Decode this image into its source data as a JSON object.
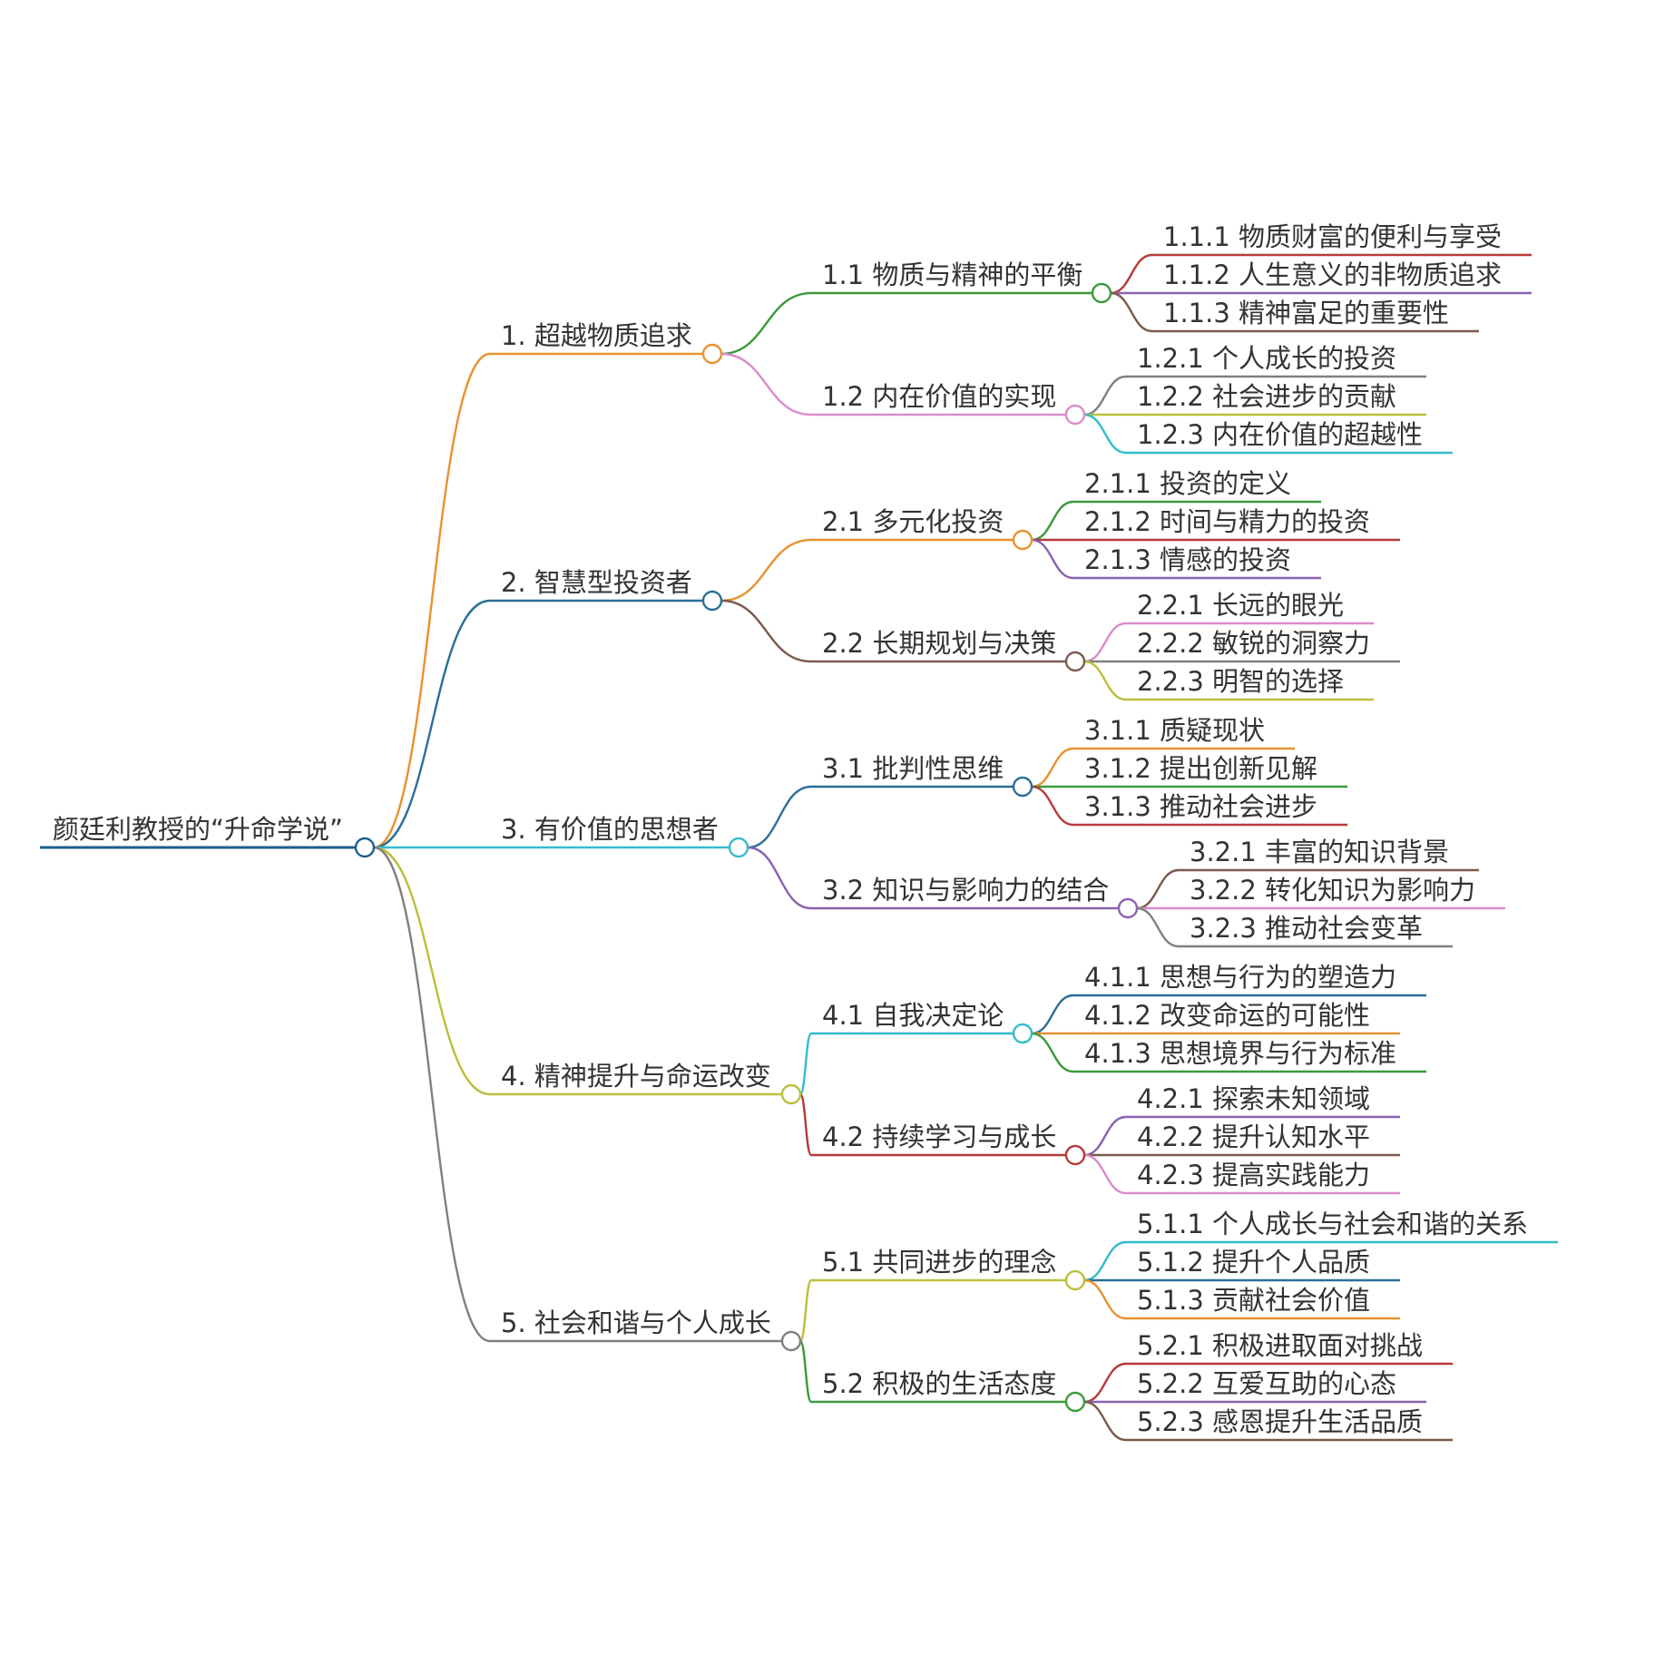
{
  "root": {
    "label": "颜廷利教授的“升命学说”",
    "color": "#1f5f8b",
    "children": [
      {
        "label": "1. 超越物质追求",
        "color": "#e8922e",
        "children": [
          {
            "label": "1.1 物质与精神的平衡",
            "color": "#3a9a3a",
            "children": [
              {
                "label": "1.1.1 物质财富的便利与享受",
                "color": "#b73a3a"
              },
              {
                "label": "1.1.2 人生意义的非物质追求",
                "color": "#8a62b0"
              },
              {
                "label": "1.1.3 精神富足的重要性",
                "color": "#7a5a4c"
              }
            ]
          },
          {
            "label": "1.2 内在价值的实现",
            "color": "#d98ccc",
            "children": [
              {
                "label": "1.2.1 个人成长的投资",
                "color": "#808080"
              },
              {
                "label": "1.2.2 社会进步的贡献",
                "color": "#bcbf3a"
              },
              {
                "label": "1.2.3 内在价值的超越性",
                "color": "#33bccc"
              }
            ]
          }
        ]
      },
      {
        "label": "2. 智慧型投资者",
        "color": "#2a6f97",
        "children": [
          {
            "label": "2.1 多元化投资",
            "color": "#e8922e",
            "children": [
              {
                "label": "2.1.1 投资的定义",
                "color": "#3a9a3a"
              },
              {
                "label": "2.1.2 时间与精力的投资",
                "color": "#b73a3a"
              },
              {
                "label": "2.1.3 情感的投资",
                "color": "#8a62b0"
              }
            ]
          },
          {
            "label": "2.2 长期规划与决策",
            "color": "#7a5a4c",
            "children": [
              {
                "label": "2.2.1 长远的眼光",
                "color": "#d98ccc"
              },
              {
                "label": "2.2.2 敏锐的洞察力",
                "color": "#808080"
              },
              {
                "label": "2.2.3 明智的选择",
                "color": "#bcbf3a"
              }
            ]
          }
        ]
      },
      {
        "label": "3. 有价值的思想者",
        "color": "#33bccc",
        "children": [
          {
            "label": "3.1 批判性思维",
            "color": "#2a6f97",
            "children": [
              {
                "label": "3.1.1 质疑现状",
                "color": "#e8922e"
              },
              {
                "label": "3.1.2 提出创新见解",
                "color": "#3a9a3a"
              },
              {
                "label": "3.1.3 推动社会进步",
                "color": "#b73a3a"
              }
            ]
          },
          {
            "label": "3.2 知识与影响力的结合",
            "color": "#8a62b0",
            "children": [
              {
                "label": "3.2.1 丰富的知识背景",
                "color": "#7a5a4c"
              },
              {
                "label": "3.2.2 转化知识为影响力",
                "color": "#d98ccc"
              },
              {
                "label": "3.2.3 推动社会变革",
                "color": "#808080"
              }
            ]
          }
        ]
      },
      {
        "label": "4. 精神提升与命运改变",
        "color": "#bcbf3a",
        "children": [
          {
            "label": "4.1 自我决定论",
            "color": "#33bccc",
            "children": [
              {
                "label": "4.1.1 思想与行为的塑造力",
                "color": "#2a6f97"
              },
              {
                "label": "4.1.2 改变命运的可能性",
                "color": "#e8922e"
              },
              {
                "label": "4.1.3 思想境界与行为标准",
                "color": "#3a9a3a"
              }
            ]
          },
          {
            "label": "4.2 持续学习与成长",
            "color": "#b73a3a",
            "children": [
              {
                "label": "4.2.1 探索未知领域",
                "color": "#8a62b0"
              },
              {
                "label": "4.2.2 提升认知水平",
                "color": "#7a5a4c"
              },
              {
                "label": "4.2.3 提高实践能力",
                "color": "#d98ccc"
              }
            ]
          }
        ]
      },
      {
        "label": "5. 社会和谐与个人成长",
        "color": "#808080",
        "children": [
          {
            "label": "5.1 共同进步的理念",
            "color": "#bcbf3a",
            "children": [
              {
                "label": "5.1.1 个人成长与社会和谐的关系",
                "color": "#33bccc"
              },
              {
                "label": "5.1.2 提升个人品质",
                "color": "#2a6f97"
              },
              {
                "label": "5.1.3 贡献社会价值",
                "color": "#e8922e"
              }
            ]
          },
          {
            "label": "5.2 积极的生活态度",
            "color": "#3a9a3a",
            "children": [
              {
                "label": "5.2.1 积极进取面对挑战",
                "color": "#b73a3a"
              },
              {
                "label": "5.2.2 互爱互助的心态",
                "color": "#8a62b0"
              },
              {
                "label": "5.2.3 感恩提升生活品质",
                "color": "#7a5a4c"
              }
            ]
          }
        ]
      }
    ]
  }
}
